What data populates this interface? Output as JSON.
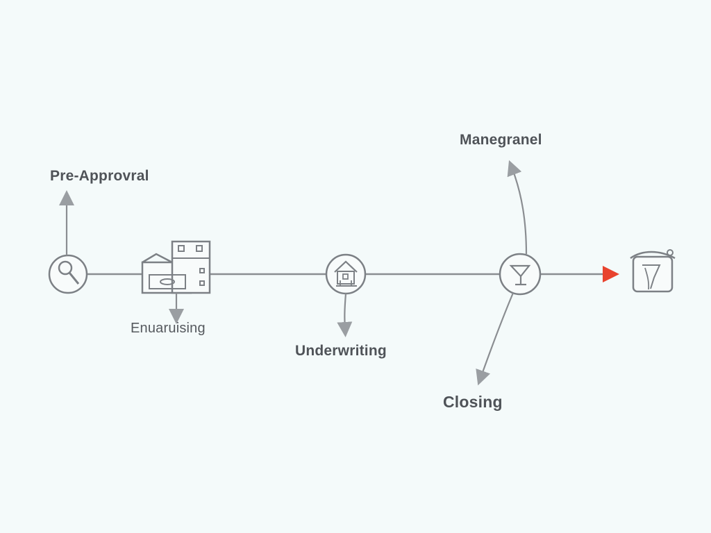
{
  "stages": [
    {
      "id": "pre-approval",
      "label": "Pre-Approvral",
      "icon": "magnifier-icon"
    },
    {
      "id": "enuaruising",
      "label": "Enuaruising",
      "icon": "building-icon"
    },
    {
      "id": "underwriting",
      "label": "Underwriting",
      "icon": "house-icon"
    },
    {
      "id": "manegranel",
      "label": "Manegranel",
      "icon": "glass-icon"
    },
    {
      "id": "closing",
      "label": "Closing",
      "icon": "glass-icon"
    },
    {
      "id": "end",
      "label": "",
      "icon": "bag-icon"
    }
  ],
  "colors": {
    "background": "#f4fafa",
    "stroke": "#8a8d91",
    "text": "#4f5358",
    "accent_arrow": "#e8432e"
  }
}
